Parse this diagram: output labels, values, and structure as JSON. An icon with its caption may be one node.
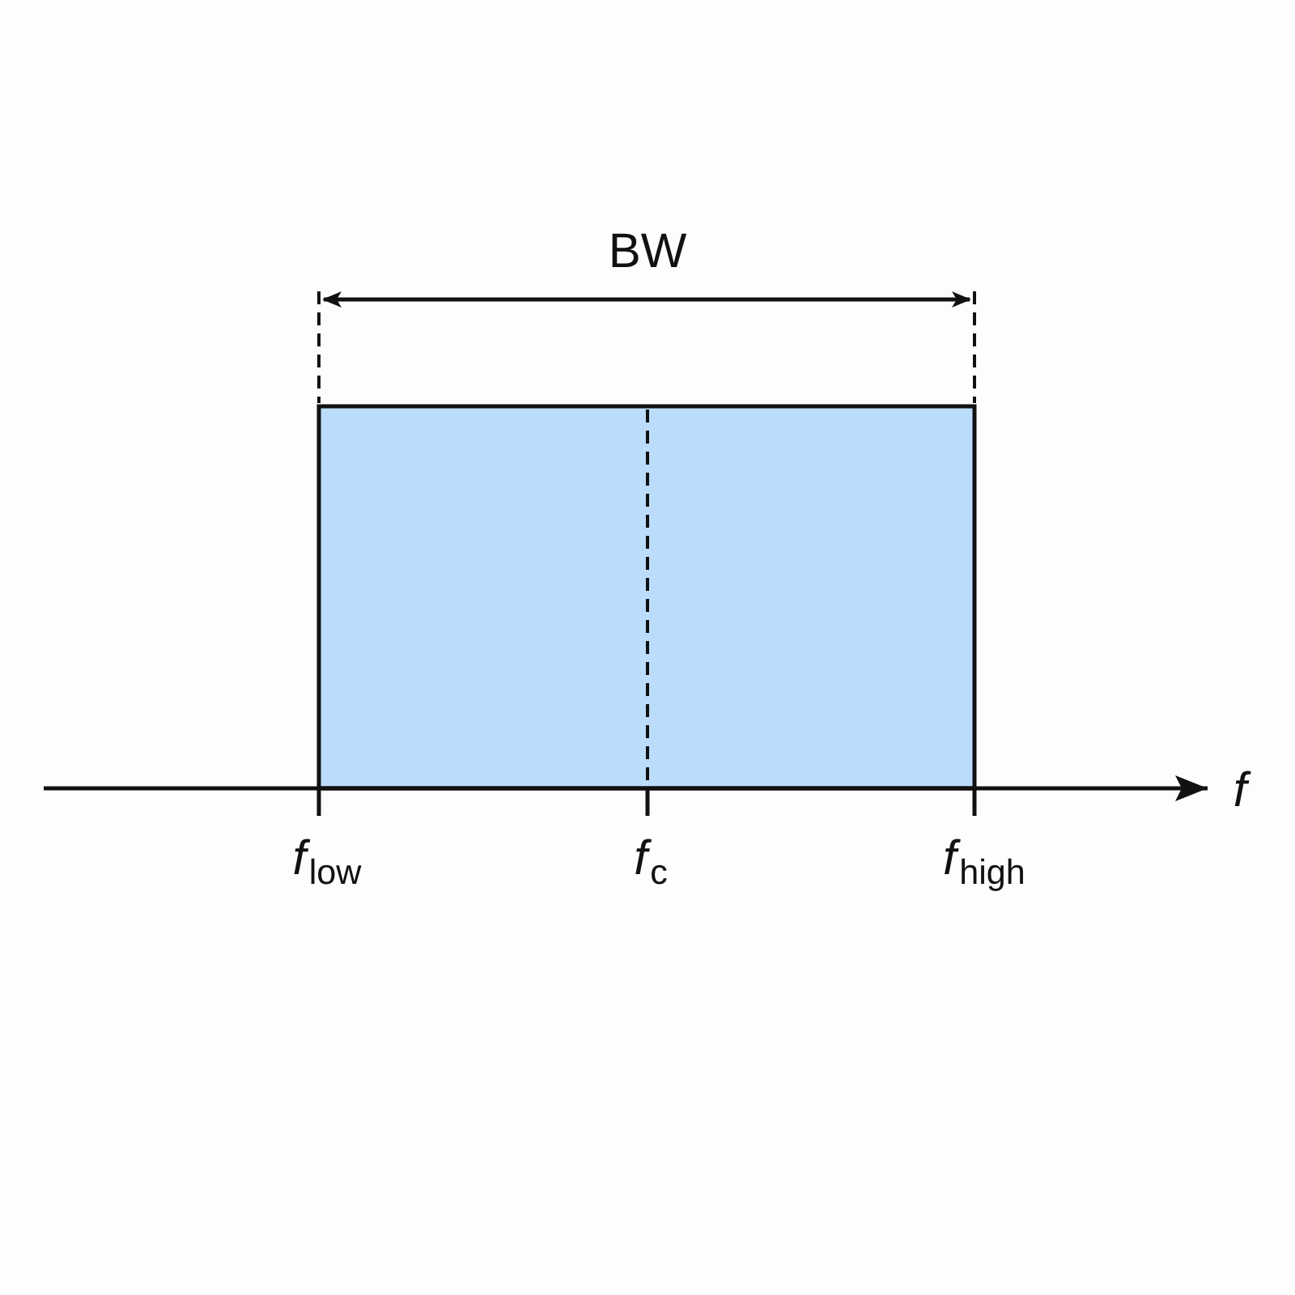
{
  "diagram": {
    "labels": [
      "BW",
      "f",
      "*f*$_{low}$",
      "*f*$_{c}$",
      "*f*$_{high}$"
    ]
  }
}
